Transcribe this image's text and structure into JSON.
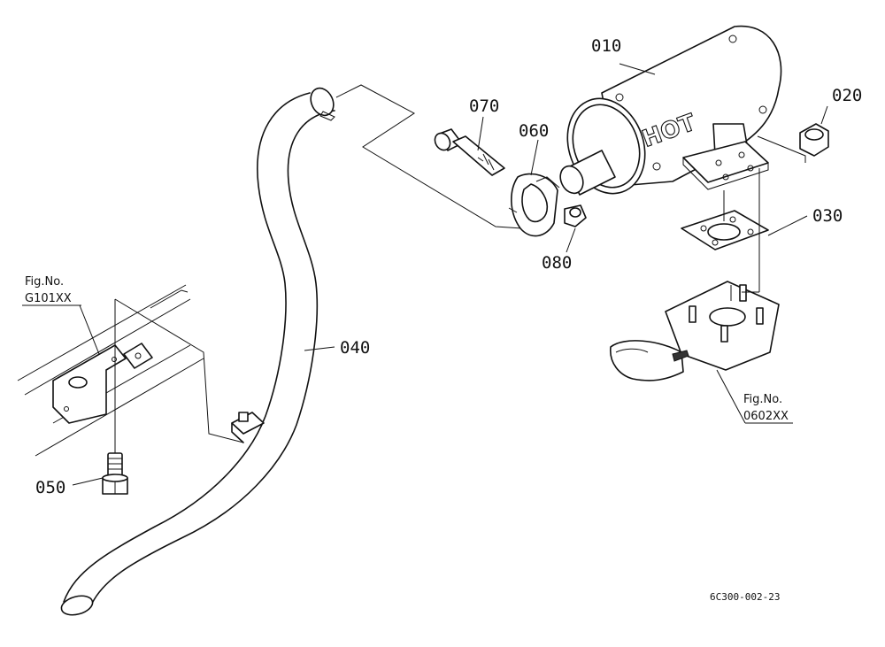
{
  "diagram": {
    "parts": [
      {
        "id": "010",
        "label": "010"
      },
      {
        "id": "020",
        "label": "020"
      },
      {
        "id": "030",
        "label": "030"
      },
      {
        "id": "040",
        "label": "040"
      },
      {
        "id": "050",
        "label": "050"
      },
      {
        "id": "060",
        "label": "060"
      },
      {
        "id": "070",
        "label": "070"
      },
      {
        "id": "080",
        "label": "080"
      }
    ],
    "muffler_marking": "HOT",
    "references": [
      {
        "title": "Fig.No.",
        "code": "G101XX"
      },
      {
        "title": "Fig.No.",
        "code": "0602XX"
      }
    ],
    "footer_code": "6C300-002-23"
  }
}
